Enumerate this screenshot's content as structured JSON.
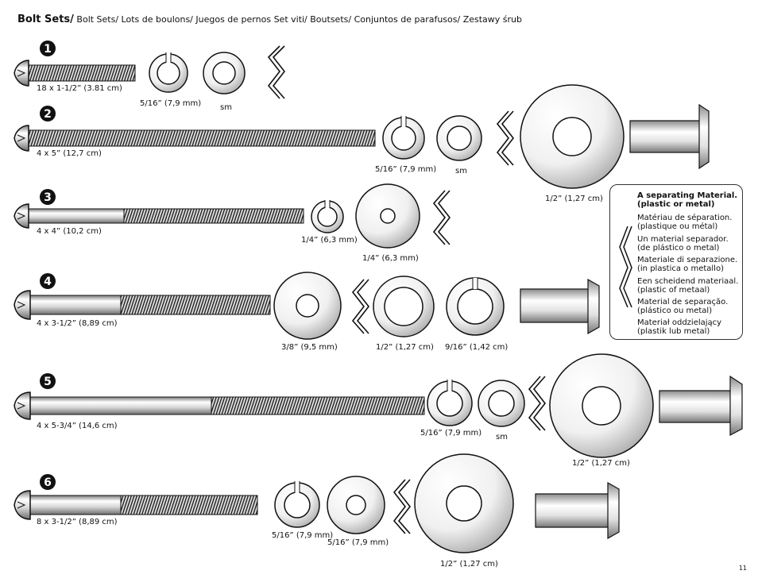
{
  "title": {
    "bold": "Bolt Sets/",
    "rest": " Bolt Sets/ Lots de boulons/ Juegos de pernos Set viti/  Boutsets/ Conjuntos de parafusos/ Zestawy śrub"
  },
  "sets": [
    {
      "number": "1",
      "bolt": "18 x 1-1/2” (3.81 cm)",
      "labels": [
        "5/16” (7,9 mm)",
        "sm"
      ]
    },
    {
      "number": "2",
      "bolt": "4 x 5” (12,7 cm)",
      "labels": [
        "5/16” (7,9 mm)",
        "sm",
        "1/2” (1,27 cm)"
      ]
    },
    {
      "number": "3",
      "bolt": "4 x 4” (10,2 cm)",
      "labels": [
        "1/4” (6,3 mm)",
        "1/4” (6,3 mm)"
      ]
    },
    {
      "number": "4",
      "bolt": "4 x 3-1/2” (8,89 cm)",
      "labels": [
        "3/8” (9,5 mm)",
        "1/2” (1,27 cm)",
        "9/16” (1,42 cm)"
      ]
    },
    {
      "number": "5",
      "bolt": "4 x 5-3/4” (14,6 cm)",
      "labels": [
        "5/16” (7,9 mm)",
        "sm",
        "1/2” (1,27 cm)"
      ]
    },
    {
      "number": "6",
      "bolt": "8 x 3-1/2” (8,89 cm)",
      "labels": [
        "5/16” (7,9 mm)",
        "5/16” (7,9 mm)",
        "1/2” (1,27 cm)"
      ]
    }
  ],
  "separator": {
    "title": "A separating Material.\n(plastic or metal)",
    "items": [
      "Matériau de séparation.\n(plastique ou métal)",
      "Un material separador.\n(de plástico o metal)",
      "Materiale di separazione.\n(in plastica o metallo)",
      "Een scheidend materiaal.\n(plastic of metaal)",
      "Material de separação.\n(plástico ou metal)",
      "Materiał oddzielający\n(plastik lub metal)"
    ]
  },
  "page_number": "11",
  "colors": {
    "metal_light": "#ffffff",
    "metal_dark": "#8a8a8a",
    "ink": "#111111"
  }
}
